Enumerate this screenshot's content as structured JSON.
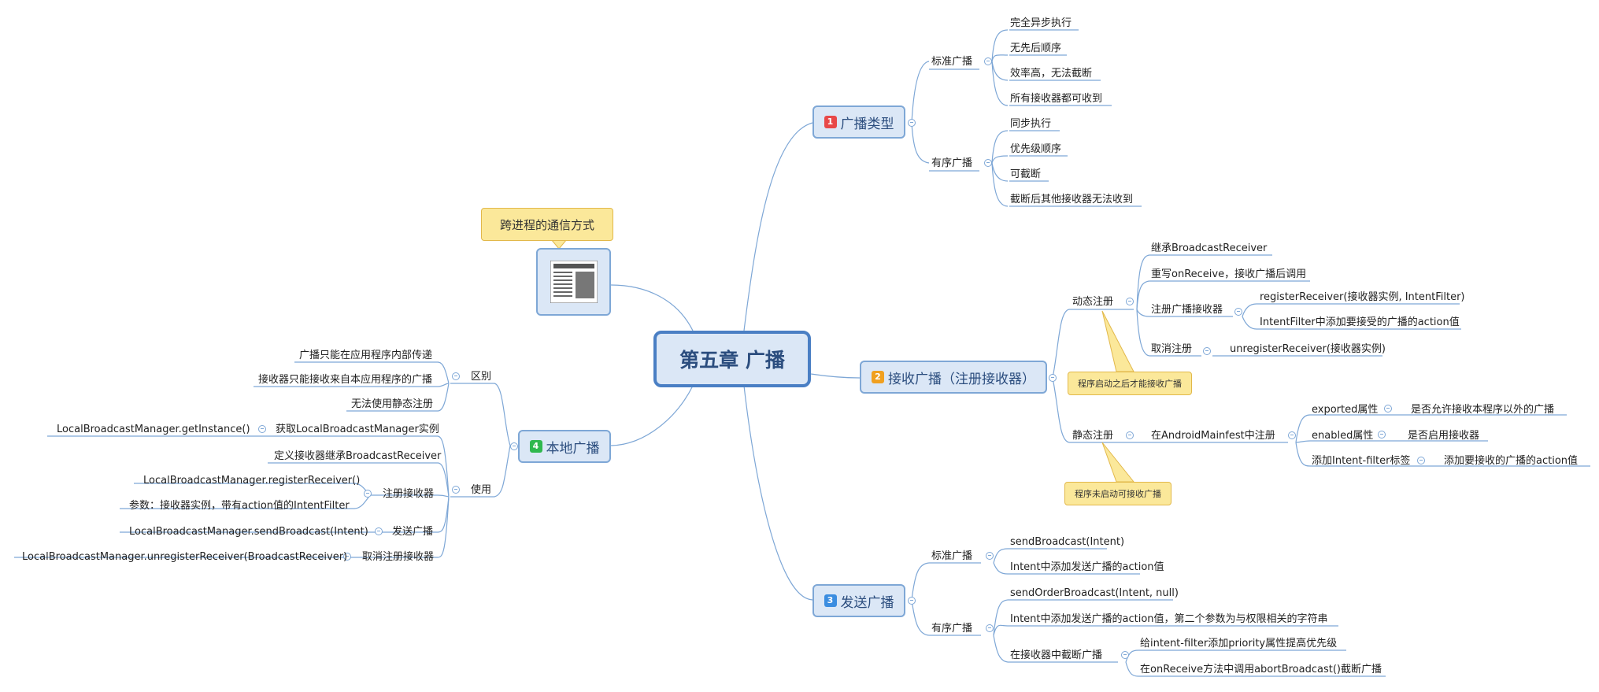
{
  "central": "第五章 广播",
  "image_callout": "跨进程的通信方式",
  "branches": {
    "b1": {
      "num": "1",
      "label": "广播类型"
    },
    "b2": {
      "num": "2",
      "label": "接收广播（注册接收器）"
    },
    "b3": {
      "num": "3",
      "label": "发送广播"
    },
    "b4": {
      "num": "4",
      "label": "本地广播"
    }
  },
  "b1_nodes": {
    "standard": "标准广播",
    "ordered": "有序广播",
    "s1": "完全异步执行",
    "s2": "无先后顺序",
    "s3": "效率高，无法截断",
    "s4": "所有接收器都可收到",
    "o1": "同步执行",
    "o2": "优先级顺序",
    "o3": "可截断",
    "o4": "截断后其他接收器无法收到"
  },
  "b2_nodes": {
    "dynamic": "动态注册",
    "d1": "继承BroadcastReceiver",
    "d2": "重写onReceive，接收广播后调用",
    "d3": "注册广播接收器",
    "d3a": "registerReceiver(接收器实例, IntentFilter)",
    "d3b": "IntentFilter中添加要接受的广播的action值",
    "d4": "取消注册",
    "d4a": "unregisterReceiver(接收器实例)",
    "callout_dynamic": "程序启动之后才能接收广播",
    "static": "静态注册",
    "st1": "在AndroidMainfest中注册",
    "st1a": "exported属性",
    "st1a1": "是否允许接收本程序以外的广播",
    "st1b": "enabled属性",
    "st1b1": "是否启用接收器",
    "st1c": "添加Intent-filter标签",
    "st1c1": "添加要接收的广播的action值",
    "callout_static": "程序未启动可接收广播"
  },
  "b3_nodes": {
    "standard": "标准广播",
    "s1": "sendBroadcast(Intent)",
    "s2": "Intent中添加发送广播的action值",
    "ordered": "有序广播",
    "o1": "sendOrderBroadcast(Intent, null)",
    "o2": "Intent中添加发送广播的action值，第二个参数为与权限相关的字符串",
    "o3": "在接收器中截断广播",
    "o3a": "给intent-filter添加priority属性提高优先级",
    "o3b": "在onReceive方法中调用abortBroadcast()截断广播"
  },
  "b4_nodes": {
    "diff": "区别",
    "diff1": "广播只能在应用程序内部传递",
    "diff2": "接收器只能接收来自本应用程序的广播",
    "diff3": "无法使用静态注册",
    "use": "使用",
    "u1": "获取LocalBroadcastManager实例",
    "u1a": "LocalBroadcastManager.getInstance()",
    "u2": "定义接收器继承BroadcastReceiver",
    "u3": "注册接收器",
    "u3a": "LocalBroadcastManager.registerReceiver()",
    "u3b": "参数：接收器实例，带有action值的IntentFilter",
    "u4": "发送广播",
    "u4a": "LocalBroadcastManager.sendBroadcast(Intent)",
    "u5": "取消注册接收器",
    "u5a": "LocalBroadcastManager.unregisterReceiver(BroadcastReceiver)"
  },
  "colors": {
    "n1": "#e84848",
    "n2": "#f0a020",
    "n3": "#3b8de0",
    "n4": "#2fb84e",
    "line": "#7ea7d6"
  }
}
